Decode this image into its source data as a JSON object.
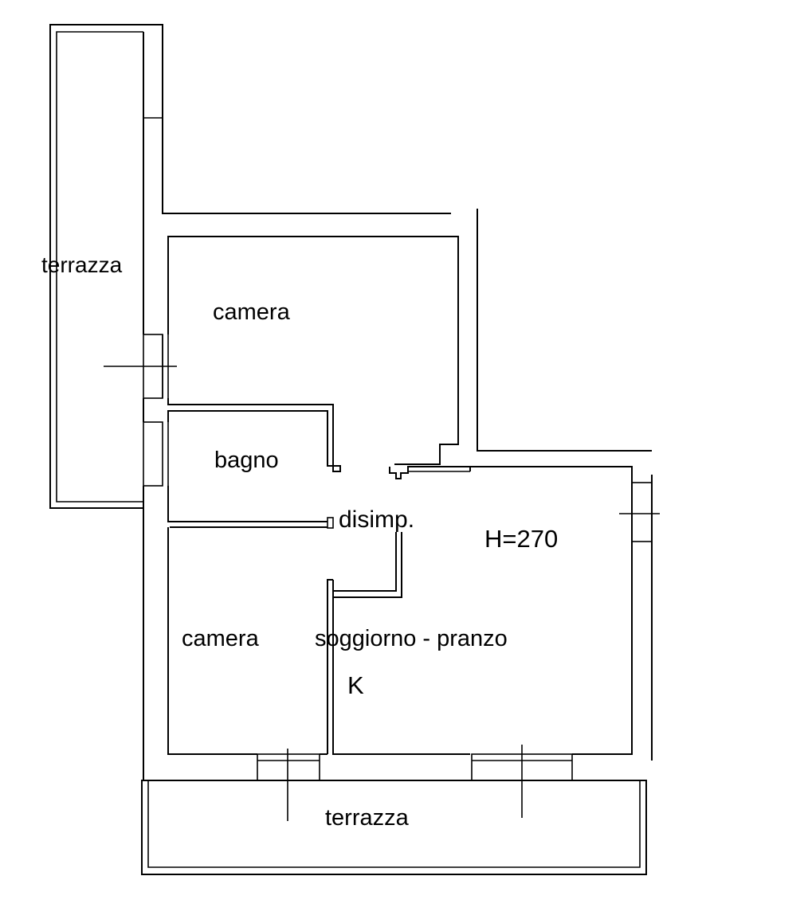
{
  "plan": {
    "rooms": {
      "terrazza_left": "terrazza",
      "camera_top": "camera",
      "bagno": "bagno",
      "disimp": "disimp.",
      "height": "H=270",
      "camera_bottom": "camera",
      "soggiorno": "soggiorno - pranzo",
      "kitchen": "K",
      "terrazza_bottom": "terrazza"
    },
    "colors": {
      "line": "#000000",
      "background": "#ffffff"
    }
  }
}
